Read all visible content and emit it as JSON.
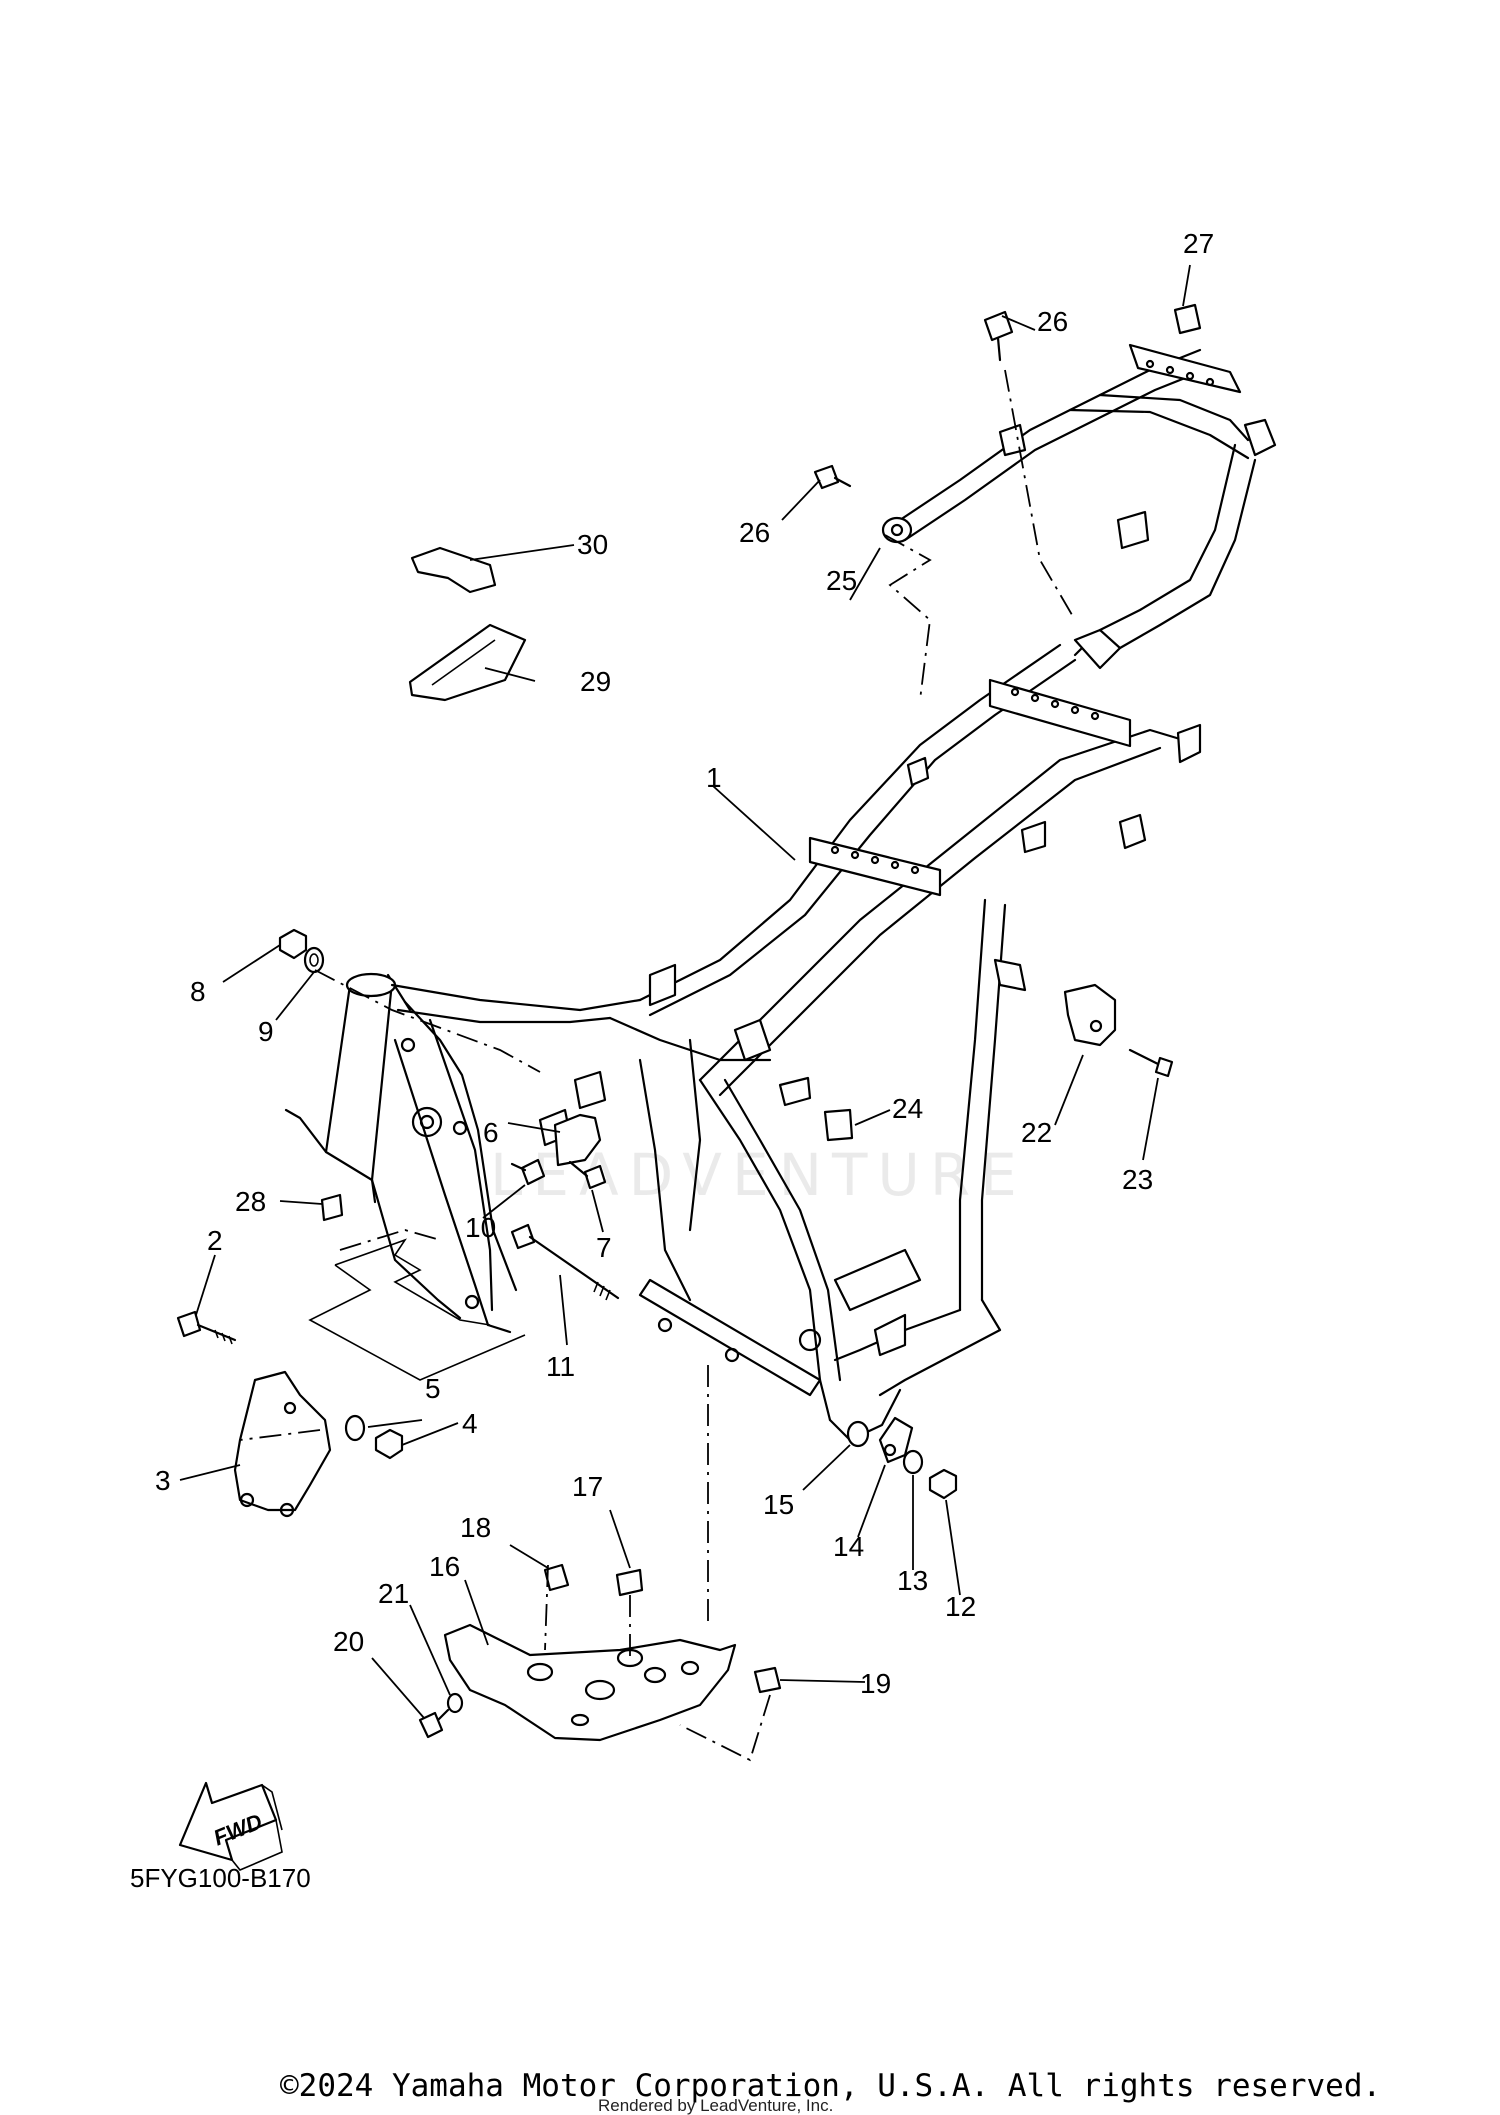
{
  "diagram": {
    "part_numbers": [
      "1",
      "2",
      "3",
      "4",
      "5",
      "6",
      "7",
      "8",
      "9",
      "10",
      "11",
      "12",
      "13",
      "14",
      "15",
      "16",
      "17",
      "18",
      "19",
      "20",
      "21",
      "22",
      "23",
      "24",
      "25",
      "26",
      "26",
      "27",
      "28",
      "29",
      "30"
    ],
    "diagram_code": "5FYG100-B170",
    "fwd_label": "FWD",
    "watermark": "LEADVENTURE",
    "copyright": "©2024 Yamaha Motor Corporation, U.S.A. All rights reserved.",
    "rendered_by": "Rendered by LeadVenture, Inc."
  }
}
